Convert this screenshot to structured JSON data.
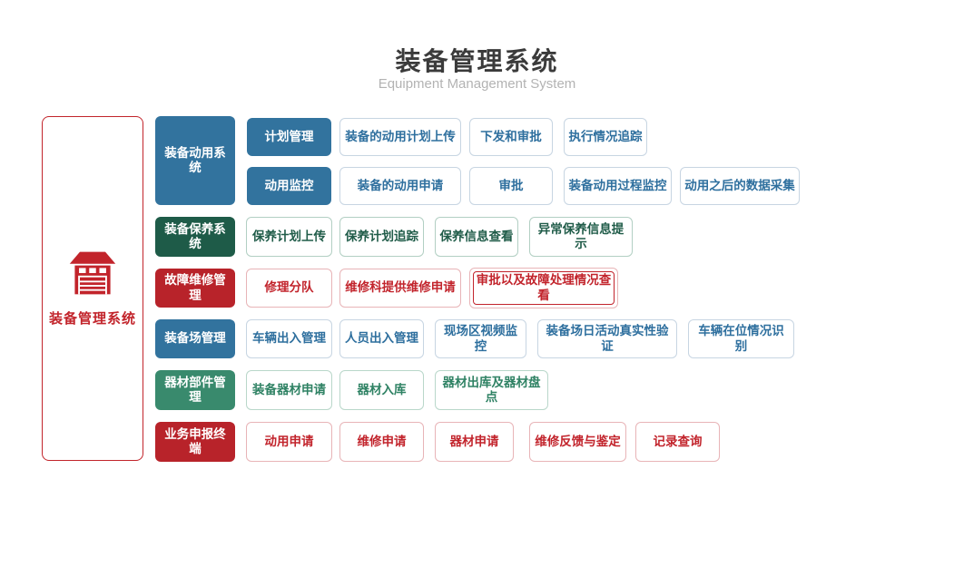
{
  "header": {
    "title": "装备管理系统",
    "subtitle": "Equipment Management System"
  },
  "root": {
    "label": "装备管理系统",
    "icon": "garage-icon"
  },
  "modules": [
    {
      "label": "装备动用系统",
      "submodules": [
        {
          "label": "计划管理",
          "items": [
            "装备的动用计划上传",
            "下发和审批",
            "执行情况追踪"
          ]
        },
        {
          "label": "动用监控",
          "items": [
            "装备的动用申请",
            "审批",
            "装备动用过程监控",
            "动用之后的数据采集"
          ]
        }
      ]
    },
    {
      "label": "装备保养系统",
      "items": [
        "保养计划上传",
        "保养计划追踪",
        "保养信息查看",
        "异常保养信息提示"
      ]
    },
    {
      "label": "故障维修管理",
      "items": [
        "修理分队",
        "维修科提供维修申请",
        "审批以及故障处理情况查看"
      ]
    },
    {
      "label": "装备场管理",
      "items": [
        "车辆出入管理",
        "人员出入管理",
        "现场区视频监控",
        "装备场日活动真实性验证",
        "车辆在位情况识别"
      ]
    },
    {
      "label": "器材部件管理",
      "items": [
        "装备器材申请",
        "器材入库",
        "器材出库及器材盘点"
      ]
    },
    {
      "label": "业务申报终端",
      "items": [
        "动用申请",
        "维修申请",
        "器材申请",
        "维修反馈与鉴定",
        "记录查询"
      ]
    }
  ],
  "colors": {
    "blue": "#32739e",
    "dark_green": "#1e5b48",
    "green": "#398a6d",
    "red": "#b8232a",
    "outline_blue_border": "#c7d5e2",
    "outline_blue_text": "#2e6f9e",
    "outline_dgreen_border": "#b2cfc3",
    "outline_dgreen_text": "#205c49",
    "outline_red_border": "#e8b4b7",
    "outline_red_text": "#c2242c",
    "outline_green_border": "#b9d7ca",
    "outline_green_text": "#2f8264",
    "root_border": "#c2242b",
    "title_text": "#3b3b3b",
    "subtitle_text": "#b3b3b3"
  }
}
